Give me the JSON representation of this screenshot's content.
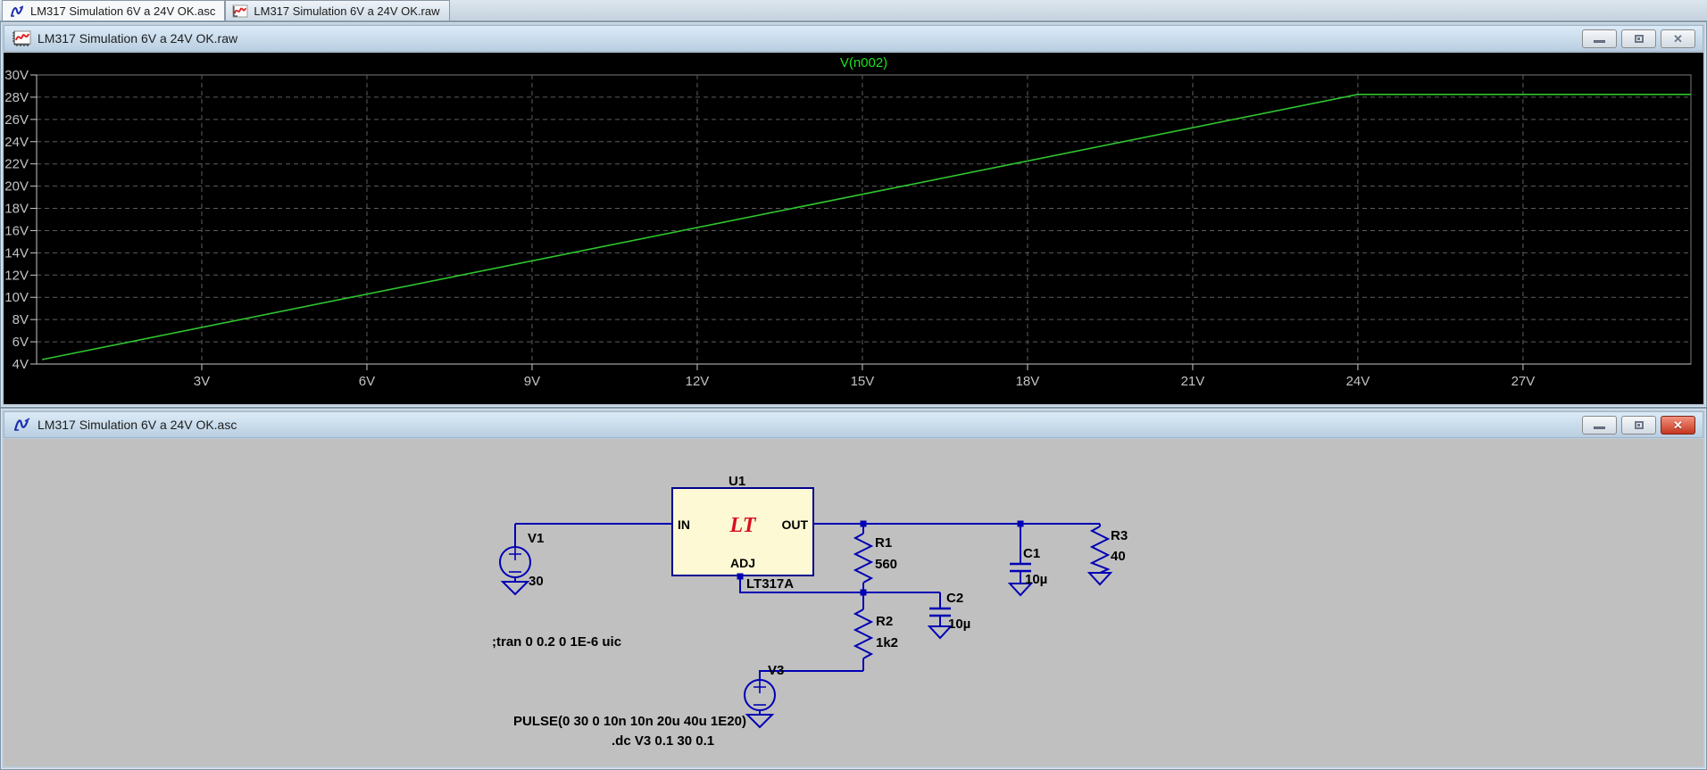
{
  "tab_bar": {
    "tabs": [
      {
        "label": "LM317 Simulation 6V a 24V OK.asc",
        "icon": "schematic-icon"
      },
      {
        "label": "LM317 Simulation 6V a 24V OK.raw",
        "icon": "waveform-icon"
      }
    ]
  },
  "plot_window": {
    "title": "LM317 Simulation 6V a 24V OK.raw",
    "buttons": {
      "minimize": "minimize",
      "restore": "restore",
      "close": "close"
    }
  },
  "chart_data": {
    "type": "line",
    "title": "",
    "legend": [
      "V(n002)"
    ],
    "legend_position": "top-center",
    "legend_color": "#1de21d",
    "xlabel": "",
    "ylabel": "",
    "xlim": [
      0,
      30.05
    ],
    "ylim": [
      4,
      30
    ],
    "x_tick_values": [
      3,
      6,
      9,
      12,
      15,
      18,
      21,
      24,
      27
    ],
    "x_tick_labels": [
      "3V",
      "6V",
      "9V",
      "12V",
      "15V",
      "18V",
      "21V",
      "24V",
      "27V"
    ],
    "y_tick_values": [
      4,
      6,
      8,
      10,
      12,
      14,
      16,
      18,
      20,
      22,
      24,
      26,
      28,
      30
    ],
    "y_tick_labels": [
      "4V",
      "6V",
      "8V",
      "10V",
      "12V",
      "14V",
      "16V",
      "18V",
      "20V",
      "22V",
      "24V",
      "26V",
      "28V",
      "30V"
    ],
    "grid": true,
    "background": "#000000",
    "grid_color": "#5e5e5e",
    "axis_color": "#c8c8c8",
    "tick_label_color": "#c3c3c3",
    "series": [
      {
        "name": "V(n002)",
        "color": "#2fc52f",
        "points": [
          [
            0.1,
            4.4
          ],
          [
            24,
            28.25
          ],
          [
            30.05,
            28.25
          ]
        ]
      }
    ]
  },
  "schematic_window": {
    "title": "LM317 Simulation 6V a 24V OK.asc",
    "components": {
      "u1": {
        "ref": "U1",
        "part": "LT317A",
        "pin_in": "IN",
        "pin_out": "OUT",
        "pin_adj": "ADJ",
        "logo": "LT"
      },
      "v1": {
        "ref": "V1",
        "value": "30"
      },
      "r1": {
        "ref": "R1",
        "value": "560"
      },
      "r2": {
        "ref": "R2",
        "value": "1k2"
      },
      "r3": {
        "ref": "R3",
        "value": "40"
      },
      "c1": {
        "ref": "C1",
        "value": "10µ"
      },
      "c2": {
        "ref": "C2",
        "value": "10µ"
      },
      "v3": {
        "ref": "V3",
        "value": "PULSE(0 30 0 10n 10n 20u 40u 1E20)"
      }
    },
    "directives": {
      "tran": ";tran 0 0.2 0 1E-6 uic",
      "dc": ".dc V3 0.1 30 0.1"
    },
    "colors": {
      "wire": "#0000b4",
      "component_fill": "#fdf9d4",
      "logo_red": "#d8101f",
      "canvas": "#c0c0c0"
    }
  }
}
